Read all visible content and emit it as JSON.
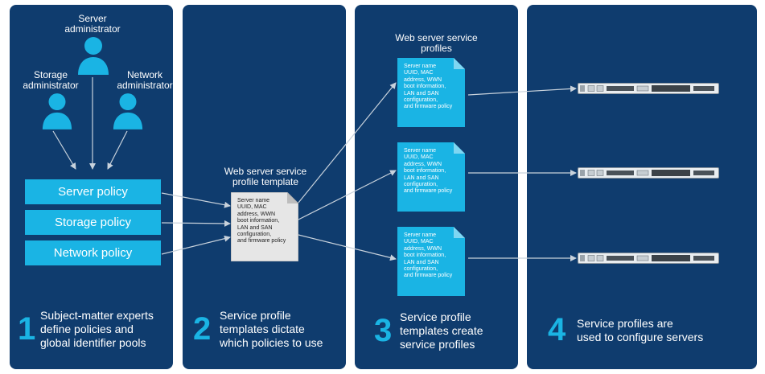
{
  "roles": {
    "server_admin": "Server\nadministrator",
    "storage_admin": "Storage\nadministrator",
    "network_admin": "Network\nadministrator"
  },
  "policies": [
    "Server policy",
    "Storage policy",
    "Network policy"
  ],
  "template": {
    "title": "Web server service\nprofile template",
    "body": "Server name\nUUID, MAC\naddress, WWN\nboot information,\nLAN and SAN\nconfiguration,\nand firmware policy"
  },
  "profiles": {
    "title": "Web server service\nprofiles",
    "body": "Server name\nUUID, MAC\naddress, WWN\nboot information,\nLAN and SAN\nconfiguration,\nand firmware policy"
  },
  "steps": [
    {
      "number": "1",
      "text": "Subject-matter experts\ndefine policies and\nglobal identifier pools"
    },
    {
      "number": "2",
      "text": "Service profile\ntemplates dictate\nwhich policies to use"
    },
    {
      "number": "3",
      "text": "Service profile\ntemplates create\nservice profiles"
    },
    {
      "number": "4",
      "text": "Service profiles are\nused to configure servers"
    }
  ],
  "colors": {
    "panel": "#0f3c6e",
    "accent": "#1ab4e4",
    "template_doc": "#e6e6e6"
  },
  "icons": [
    "person-icon",
    "document-icon",
    "rack-server-icon"
  ]
}
